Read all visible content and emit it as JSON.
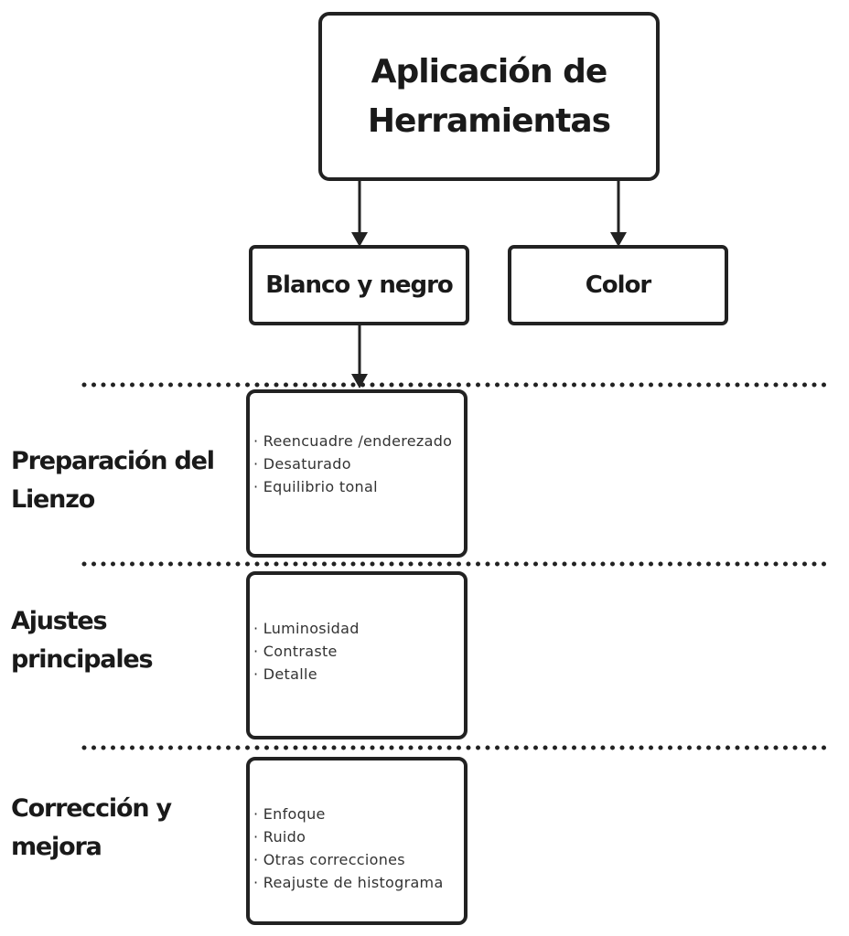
{
  "root": {
    "title_line1": "Aplicación de",
    "title_line2": "Herramientas"
  },
  "branches": {
    "left": "Blanco y negro",
    "right": "Color"
  },
  "sections": [
    {
      "label_line1": "Preparación del",
      "label_line2": "Lienzo",
      "items": [
        "· Reencuadre /enderezado",
        "· Desaturado",
        "· Equilibrio tonal"
      ]
    },
    {
      "label_line1": "Ajustes",
      "label_line2": "principales",
      "items": [
        "· Luminosidad",
        "· Contraste",
        "· Detalle"
      ]
    },
    {
      "label_line1": "Corrección y",
      "label_line2": "mejora",
      "items": [
        "· Enfoque",
        "· Ruido",
        "· Otras correcciones",
        "· Reajuste de histograma"
      ]
    }
  ],
  "colors": {
    "stroke": "#222222",
    "text": "#1a1a1a",
    "list_text": "#333333",
    "background": "#ffffff"
  }
}
